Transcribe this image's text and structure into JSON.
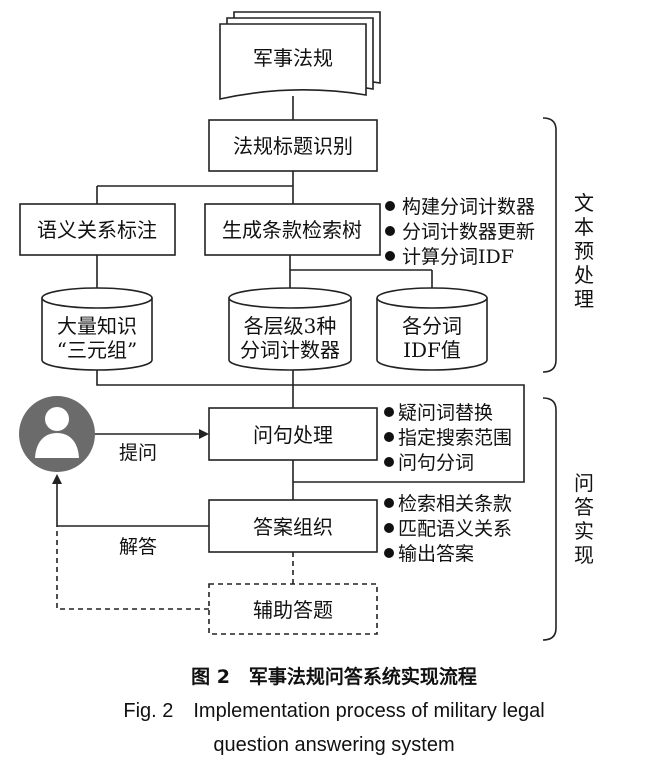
{
  "nodes": {
    "source_doc": "军事法规",
    "title_recognition": "法规标题识别",
    "semantic_annotation": "语义关系标注",
    "generate_search_tree": "生成条款检索树",
    "knowledge_triples": [
      "大量知识",
      "“三元组”"
    ],
    "level_counters": [
      "各层级3种",
      "分词计数器"
    ],
    "idf_values": [
      "各分词",
      "IDF值"
    ],
    "question_processing": "问句处理",
    "answer_organization": "答案组织",
    "assisted_answering": "辅助答题"
  },
  "bullets": {
    "search_tree": [
      "构建分词计数器",
      "分词计数器更新",
      "计算分词IDF"
    ],
    "question": [
      "疑问词替换",
      "指定搜索范围",
      "问句分词"
    ],
    "answer": [
      "检索相关条款",
      "匹配语义关系",
      "输出答案"
    ]
  },
  "edge_labels": {
    "ask": "提问",
    "answer": "解答"
  },
  "brackets": {
    "preprocessing": [
      "文",
      "本",
      "预",
      "处",
      "理"
    ],
    "qa": [
      "问",
      "答",
      "实",
      "现"
    ]
  },
  "caption": {
    "cn": "图 2　军事法规问答系统实现流程",
    "en_line1": "Fig. 2　Implementation process of military legal",
    "en_line2": "question answering system"
  },
  "colors": {
    "ink": "#222222",
    "avatar_bg": "#6b6b6b",
    "avatar_fg": "#ffffff"
  }
}
